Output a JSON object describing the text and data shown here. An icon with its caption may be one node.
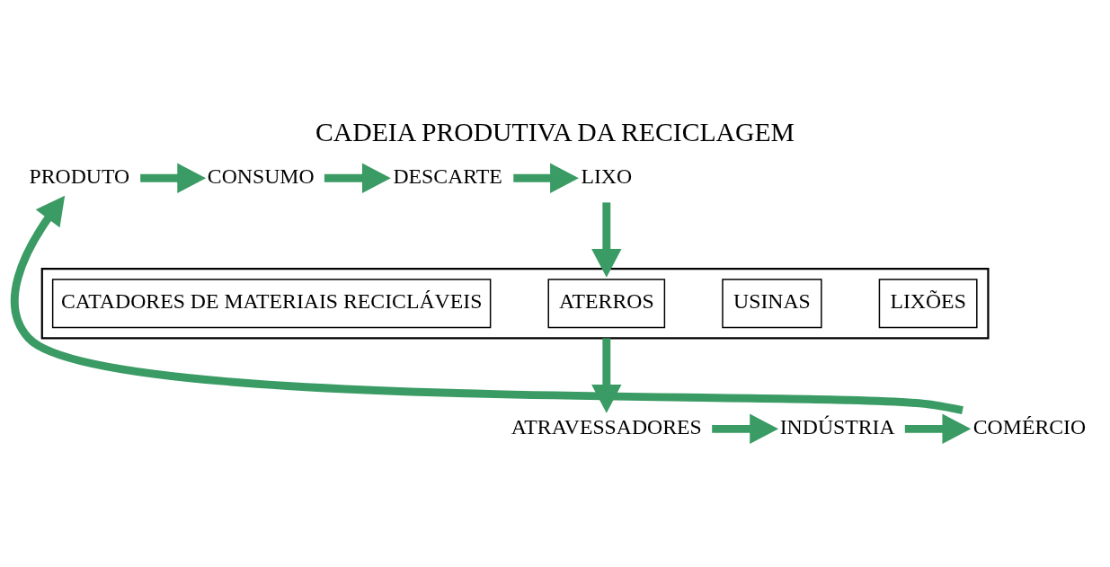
{
  "diagram": {
    "title": "CADEIA PRODUTIVA DA RECICLAGEM",
    "nodes": [
      {
        "text": [
          "PRODUTO"
        ]
      },
      {
        "text": [
          "CONSUMO"
        ]
      },
      {
        "text": [
          "DESCARTE"
        ]
      },
      {
        "text": [
          "LIXO"
        ]
      },
      {
        "text": [],
        "shape": "box"
      },
      {
        "text": [
          "LIXÕES"
        ],
        "in": 4
      },
      {
        "text": [
          "USINAS"
        ],
        "in": 4
      },
      {
        "text": [
          "ATERROS"
        ],
        "in": 4
      },
      {
        "text": [
          "CATADORES DE MATERIAIS RECICLÁVEIS"
        ],
        "in": 4
      },
      {
        "text": [
          "ATRAVESSADORES"
        ]
      },
      {
        "text": [
          "INDÚSTRIA"
        ]
      },
      {
        "text": [
          "COMÉRCIO"
        ]
      }
    ],
    "edges": [
      {
        "from": 0,
        "to": 1,
        "arrow": "to"
      },
      {
        "from": 1,
        "to": 2,
        "arrow": "to"
      },
      {
        "from": 2,
        "to": 3,
        "arrow": "to"
      },
      {
        "from": 3,
        "to": 4,
        "arrow": "to"
      },
      {
        "from": 4,
        "to": 9,
        "arrow": "to"
      },
      {
        "from": 9,
        "to": 10,
        "arrow": "to"
      },
      {
        "from": 10,
        "to": 11,
        "arrow": "to"
      },
      {
        "from": 11,
        "to": 0,
        "arrow": "to"
      }
    ]
  }
}
